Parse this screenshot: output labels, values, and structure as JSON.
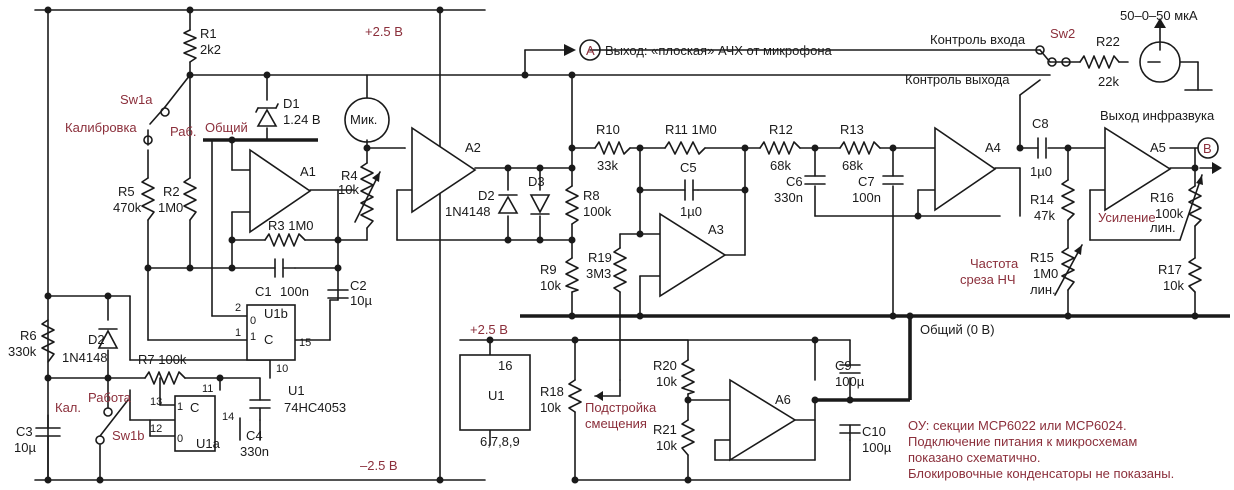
{
  "rails": {
    "pos": "+2.5 В",
    "neg": "–2.5 В",
    "pos2": "+2.5 В",
    "gnd": "Общий (0 В)",
    "common": "Общий"
  },
  "outputs": {
    "a_letter": "A",
    "a_text": "Выход: «плоская» АЧХ от микрофона",
    "b_letter": "B",
    "infra": "Выход инфразвука"
  },
  "meter": {
    "range": "50–0–50 мкА",
    "sw2": "Sw2",
    "in_ctrl": "Контроль входа",
    "out_ctrl": "Контроль выхода"
  },
  "mic": "Мик.",
  "sw1a": {
    "name": "Sw1a",
    "cal": "Калибровка",
    "work": "Раб."
  },
  "sw1b": {
    "name": "Sw1b",
    "cal": "Кал.",
    "work": "Работа"
  },
  "comp": {
    "R1": "R1",
    "R1v": "2k2",
    "D1": "D1",
    "D1v": "1.24 В",
    "R2": "R2",
    "R2v": "1M0",
    "R3": "R3 1M0",
    "R4": "R4",
    "R4v": "10k",
    "R5": "R5",
    "R5v": "470k",
    "R6": "R6",
    "R6v": "330k",
    "R7": "R7 100k",
    "D2": "D2",
    "D2v": "1N4148",
    "C1": "C1",
    "C1v": "100n",
    "C2": "C2",
    "C2v": "10µ",
    "C3": "C3",
    "C3v": "10µ",
    "C4": "C4",
    "C4v": "330n",
    "A1": "A1",
    "A2": "A2",
    "A3": "A3",
    "A4": "A4",
    "A5": "A5",
    "A6": "A6",
    "D2b": "D2",
    "D2bv": "1N4148",
    "D3": "D3",
    "R8": "R8",
    "R8v": "100k",
    "R9": "R9",
    "R9v": "10k",
    "R10": "R10",
    "R10v": "33k",
    "R11": "R11  1M0",
    "C5": "C5",
    "C5v": "1µ0",
    "R12": "R12",
    "R12v": "68k",
    "R13": "R13",
    "R13v": "68k",
    "C6": "C6",
    "C6v": "330n",
    "C7": "C7",
    "C7v": "100n",
    "C8": "C8",
    "C8v": "1µ0",
    "R14": "R14",
    "R14v": "47k",
    "R15": "R15",
    "R15v": "1M0",
    "R15l": "лин.",
    "R16": "R16",
    "R16v": "100k",
    "R16l": "лин.",
    "R17": "R17",
    "R17v": "10k",
    "R18": "R18",
    "R18v": "10k",
    "R19": "R19",
    "R19v": "3M3",
    "R20": "R20",
    "R20v": "10k",
    "R21": "R21",
    "R21v": "10k",
    "R22": "R22",
    "R22v": "22k",
    "C9": "C9",
    "C9v": "100µ",
    "C10": "C10",
    "C10v": "100µ",
    "U1": "U1",
    "U1type": "74HC4053",
    "U1box": "U1",
    "U1b": "U1b",
    "U1a": "U1a",
    "pinC": "C",
    "pin2": "2",
    "pin0": "0",
    "pin1": "1",
    "pin15": "15",
    "pin10": "10",
    "pin11": "11",
    "pin13": "13",
    "pin14": "14",
    "pin12": "12",
    "p16": "16",
    "pins6789": "6,7,8,9",
    "p0b": "0",
    "p1b": "1",
    "p0a": "0",
    "p1a": "1"
  },
  "labels": {
    "gain": "Усиление",
    "cutoff1": "Частота",
    "cutoff2": "среза НЧ",
    "trim1": "Подстройка",
    "trim2": "смещения"
  },
  "notes": [
    "ОУ: секции MCP6022 или MCP6024.",
    "Подключение питания к микросхемам",
    "показано схематично.",
    "Блокировочные конденсаторы не показаны."
  ]
}
